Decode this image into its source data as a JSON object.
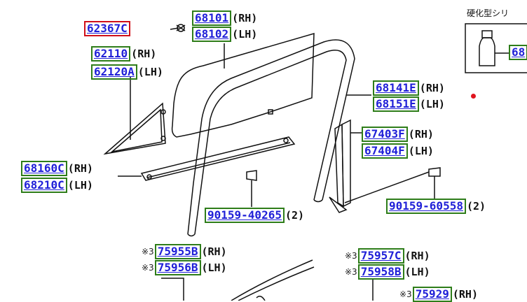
{
  "note": {
    "text": "硬化型シリ"
  },
  "parts": [
    {
      "id": "p62367",
      "code": "62367C",
      "side": "",
      "qty": "",
      "mark": "",
      "highlight": "red"
    },
    {
      "id": "p68101",
      "code": "68101",
      "side": "(RH)",
      "qty": "",
      "mark": "",
      "highlight": ""
    },
    {
      "id": "p68102",
      "code": "68102",
      "side": "(LH)",
      "qty": "",
      "mark": "",
      "highlight": ""
    },
    {
      "id": "p62110",
      "code": "62110",
      "side": "(RH)",
      "qty": "",
      "mark": "",
      "highlight": ""
    },
    {
      "id": "p62120",
      "code": "62120A",
      "side": "(LH)",
      "qty": "",
      "mark": "",
      "highlight": ""
    },
    {
      "id": "p68141",
      "code": "68141E",
      "side": "(RH)",
      "qty": "",
      "mark": "",
      "highlight": ""
    },
    {
      "id": "p68151",
      "code": "68151E",
      "side": "(LH)",
      "qty": "",
      "mark": "",
      "highlight": ""
    },
    {
      "id": "p67403",
      "code": "67403F",
      "side": "(RH)",
      "qty": "",
      "mark": "",
      "highlight": ""
    },
    {
      "id": "p67404",
      "code": "67404F",
      "side": "(LH)",
      "qty": "",
      "mark": "",
      "highlight": ""
    },
    {
      "id": "p68160",
      "code": "68160C",
      "side": "(RH)",
      "qty": "",
      "mark": "",
      "highlight": ""
    },
    {
      "id": "p68210",
      "code": "68210C",
      "side": "(LH)",
      "qty": "",
      "mark": "",
      "highlight": ""
    },
    {
      "id": "p90159a",
      "code": "90159-40265",
      "side": "",
      "qty": "(2)",
      "mark": "",
      "highlight": ""
    },
    {
      "id": "p90159b",
      "code": "90159-60558",
      "side": "",
      "qty": "(2)",
      "mark": "",
      "highlight": ""
    },
    {
      "id": "p75955",
      "code": "75955B",
      "side": "(RH)",
      "qty": "",
      "mark": "※3",
      "highlight": ""
    },
    {
      "id": "p75956",
      "code": "75956B",
      "side": "(LH)",
      "qty": "",
      "mark": "※3",
      "highlight": ""
    },
    {
      "id": "p75957",
      "code": "75957C",
      "side": "(RH)",
      "qty": "",
      "mark": "※3",
      "highlight": ""
    },
    {
      "id": "p75958",
      "code": "75958B",
      "side": "(LH)",
      "qty": "",
      "mark": "※3",
      "highlight": ""
    },
    {
      "id": "p75929",
      "code": "75929",
      "side": "(RH)",
      "qty": "",
      "mark": "※3",
      "highlight": ""
    },
    {
      "id": "p68note",
      "code": "68",
      "side": "",
      "qty": "",
      "mark": "",
      "highlight": ""
    }
  ]
}
